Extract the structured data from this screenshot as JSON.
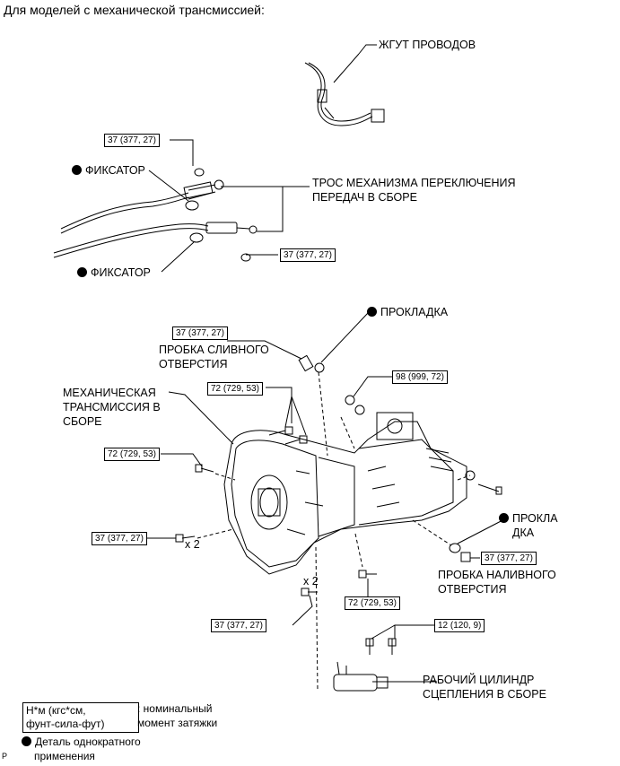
{
  "header": "Для моделей с механической трансмиссией:",
  "labels": {
    "wire_harness": "ЖГУТ ПРОВОДОВ",
    "retainer_1": "ФИКСАТОР",
    "retainer_2": "ФИКСАТОР",
    "shift_cable_line1": "ТРОС МЕХАНИЗМА ПЕРЕКЛЮЧЕНИЯ",
    "shift_cable_line2": "ПЕРЕДАЧ В СБОРЕ",
    "gasket_top": "ПРОКЛАДКА",
    "drain_plug_line1": "ПРОБКА СЛИВНОГО",
    "drain_plug_line2": "ОТВЕРСТИЯ",
    "manual_trans_line1": "МЕХАНИЧЕСКАЯ",
    "manual_trans_line2": "ТРАНСМИССИЯ В",
    "manual_trans_line3": "СБОРЕ",
    "gasket_right_line1": "ПРОКЛА",
    "gasket_right_line2": "ДКА",
    "filler_plug_line1": "ПРОБКА НАЛИВНОГО",
    "filler_plug_line2": "ОТВЕРСТИЯ",
    "clutch_cyl_line1": "РАБОЧИЙ ЦИЛИНДР",
    "clutch_cyl_line2": "СЦЕПЛЕНИЯ В СБОРЕ",
    "times2_a": "x 2",
    "times2_b": "x 2"
  },
  "torques": {
    "t_cable_nut_top": "37 (377, 27)",
    "t_cable_nut_bottom": "37 (377, 27)",
    "t_drain_plug": "37 (377, 27)",
    "t_bolts_top": "72 (729, 53)",
    "t_bracket_right": "98 (999, 72)",
    "t_bell_left": "72 (729, 53)",
    "t_bolt_left_low": "37 (377, 27)",
    "t_filler_plug": "37 (377, 27)",
    "t_bolt_bottom_mid": "72 (729, 53)",
    "t_bolt_bottom_left": "37 (377, 27)",
    "t_clutch_bolts": "12 (120, 9)"
  },
  "legend": {
    "torque_unit_line1": "Н*м (кгс*см,",
    "torque_unit_line2": "фунт-сила-фут)",
    "torque_desc_line1": ": номинальный",
    "torque_desc_line2": "момент затяжки",
    "nonreusable_line1": "Деталь однократного",
    "nonreusable_line2": "применения"
  },
  "corner_mark": "P"
}
